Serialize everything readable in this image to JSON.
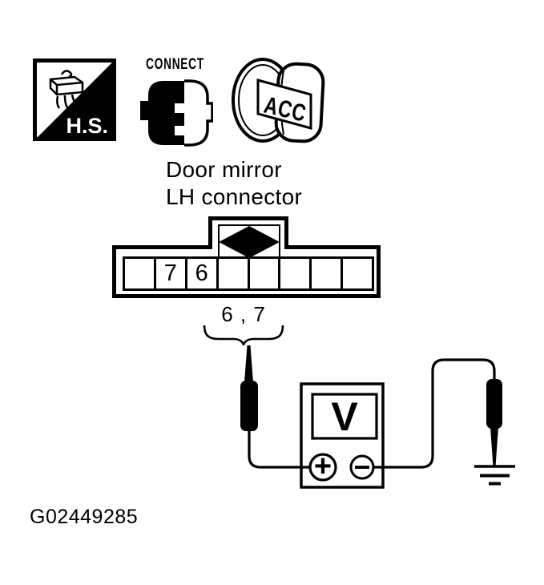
{
  "colors": {
    "ink": "#000000",
    "background": "#ffffff"
  },
  "icons": {
    "hs_label": "H.S.",
    "connect_label": "CONNECT",
    "acc_label": "ACC"
  },
  "connector": {
    "title_line1": "Door mirror",
    "title_line2": "LH connector",
    "pins": [
      "",
      "7",
      "6",
      "",
      "",
      "",
      "",
      ""
    ],
    "pin_callout": "6 , 7"
  },
  "meter": {
    "display_label": "V",
    "positive_label": "+",
    "negative_label": "−"
  },
  "figure": {
    "id_label": "G02449285"
  }
}
